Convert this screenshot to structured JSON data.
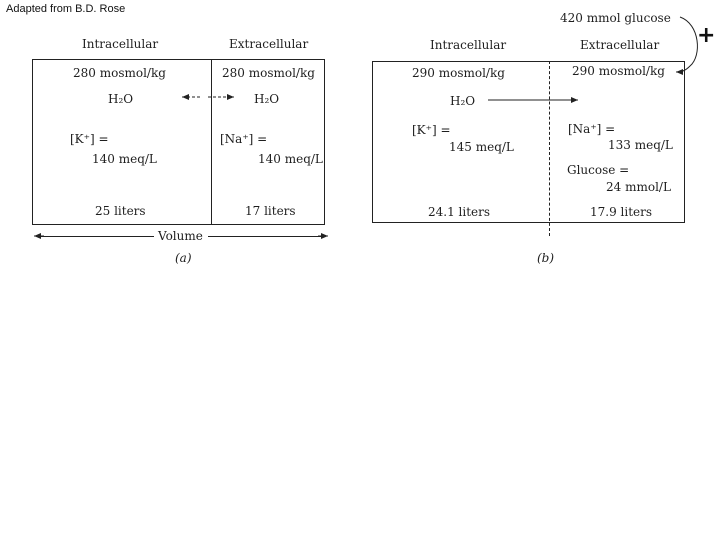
{
  "credit": "Adapted from B.D. Rose",
  "panel_a": {
    "header_intra": "Intracellular",
    "header_extra": "Extracellular",
    "osm_intra": "280 mosmol/kg",
    "osm_extra": "280 mosmol/kg",
    "water_intra": "H₂O",
    "water_extra": "H₂O",
    "k_line1": "[K⁺] =",
    "k_line2": "140 meq/L",
    "na_line1": "[Na⁺] =",
    "na_line2": "140 meq/L",
    "vol_intra": "25 liters",
    "vol_extra": "17 liters",
    "volume_label": "Volume",
    "caption": "(a)"
  },
  "panel_b": {
    "added": "420 mmol glucose",
    "plus": "+",
    "header_intra": "Intracellular",
    "header_extra": "Extracellular",
    "osm_intra": "290 mosmol/kg",
    "osm_extra": "290 mosmol/kg",
    "water": "H₂O",
    "k_line1": "[K⁺] =",
    "k_line2": "145 meq/L",
    "na_line1": "[Na⁺] =",
    "na_line2": "133 meq/L",
    "glucose_line1": "Glucose =",
    "glucose_line2": "24 mmol/L",
    "vol_intra": "24.1 liters",
    "vol_extra": "17.9 liters",
    "caption": "(b)"
  }
}
